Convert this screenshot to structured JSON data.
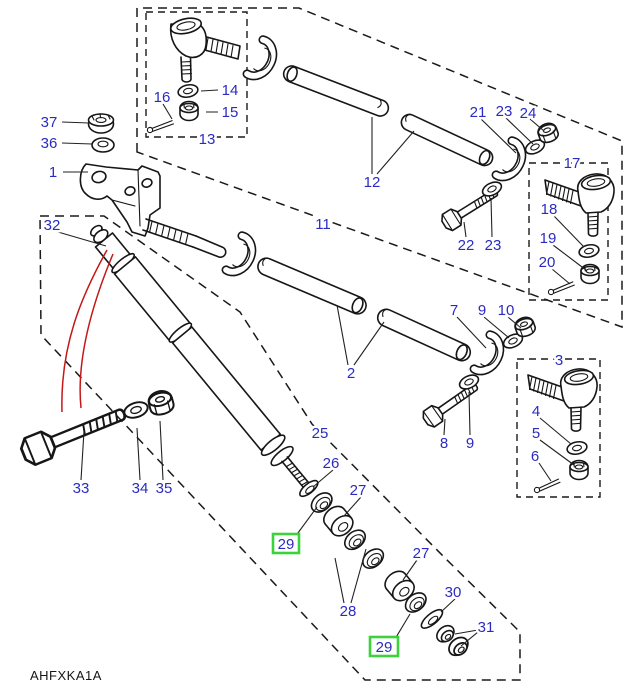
{
  "diagram": {
    "code": "AHFXKA1A",
    "type_hint": "exploded steering linkage parts diagram"
  },
  "colors": {
    "label_text": "#2b2bc2",
    "highlight_box": "#3bd23b",
    "line_art": "#161616",
    "callout_red": "#c41818",
    "background": "#ffffff"
  },
  "labels": [
    {
      "t": "37"
    },
    {
      "t": "36"
    },
    {
      "t": "1"
    },
    {
      "t": "32"
    },
    {
      "t": "16"
    },
    {
      "t": "14"
    },
    {
      "t": "15"
    },
    {
      "t": "13"
    },
    {
      "t": "12"
    },
    {
      "t": "11"
    },
    {
      "t": "21"
    },
    {
      "t": "23"
    },
    {
      "t": "24"
    },
    {
      "t": "17"
    },
    {
      "t": "18"
    },
    {
      "t": "19"
    },
    {
      "t": "20"
    },
    {
      "t": "22"
    },
    {
      "t": "23"
    },
    {
      "t": "2"
    },
    {
      "t": "7"
    },
    {
      "t": "9"
    },
    {
      "t": "10"
    },
    {
      "t": "8"
    },
    {
      "t": "9"
    },
    {
      "t": "3"
    },
    {
      "t": "4"
    },
    {
      "t": "5"
    },
    {
      "t": "6"
    },
    {
      "t": "25"
    },
    {
      "t": "26"
    },
    {
      "t": "27"
    },
    {
      "t": "29",
      "highlighted": true
    },
    {
      "t": "28"
    },
    {
      "t": "27"
    },
    {
      "t": "29",
      "highlighted": true
    },
    {
      "t": "30"
    },
    {
      "t": "31"
    },
    {
      "t": "33"
    },
    {
      "t": "34"
    },
    {
      "t": "35"
    }
  ]
}
